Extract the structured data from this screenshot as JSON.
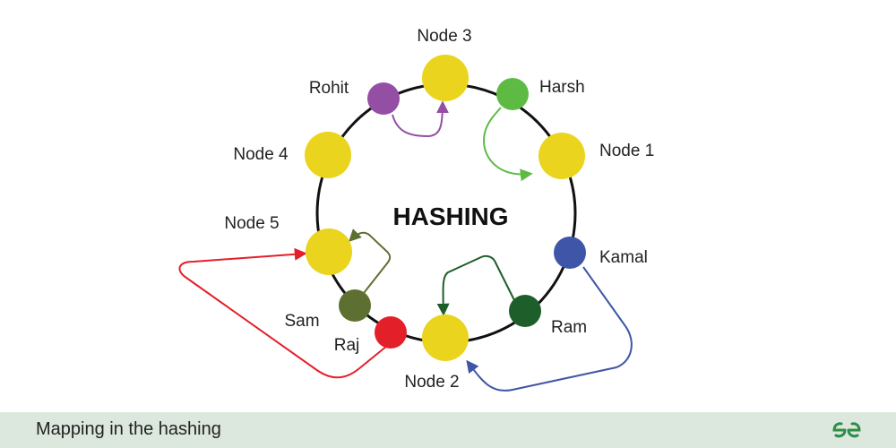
{
  "title": "HASHING",
  "nodes": [
    {
      "id": "node3",
      "label": "Node 3"
    },
    {
      "id": "node1",
      "label": "Node 1"
    },
    {
      "id": "node2",
      "label": "Node 2"
    },
    {
      "id": "node5",
      "label": "Node 5"
    },
    {
      "id": "node4",
      "label": "Node 4"
    }
  ],
  "keys": [
    {
      "id": "harsh",
      "label": "Harsh",
      "color": "#5dbb44",
      "maps_to": "Node 1"
    },
    {
      "id": "kamal",
      "label": "Kamal",
      "color": "#3f56a8",
      "maps_to": "Node 2"
    },
    {
      "id": "ram",
      "label": "Ram",
      "color": "#1d5e2a",
      "maps_to": "Node 2"
    },
    {
      "id": "raj",
      "label": "Raj",
      "color": "#e3202a",
      "maps_to": "Node 5"
    },
    {
      "id": "sam",
      "label": "Sam",
      "color": "#5e7031",
      "maps_to": "Node 5"
    },
    {
      "id": "rohit",
      "label": "Rohit",
      "color": "#944fa4",
      "maps_to": "Node 3"
    }
  ],
  "colors": {
    "node_fill": "#ead41e",
    "ring": "#111111",
    "footer_bg": "#dce8de",
    "brand": "#2f8d46"
  },
  "footer": {
    "caption": "Mapping in the hashing",
    "logo_icon": "gfg-logo-icon"
  }
}
